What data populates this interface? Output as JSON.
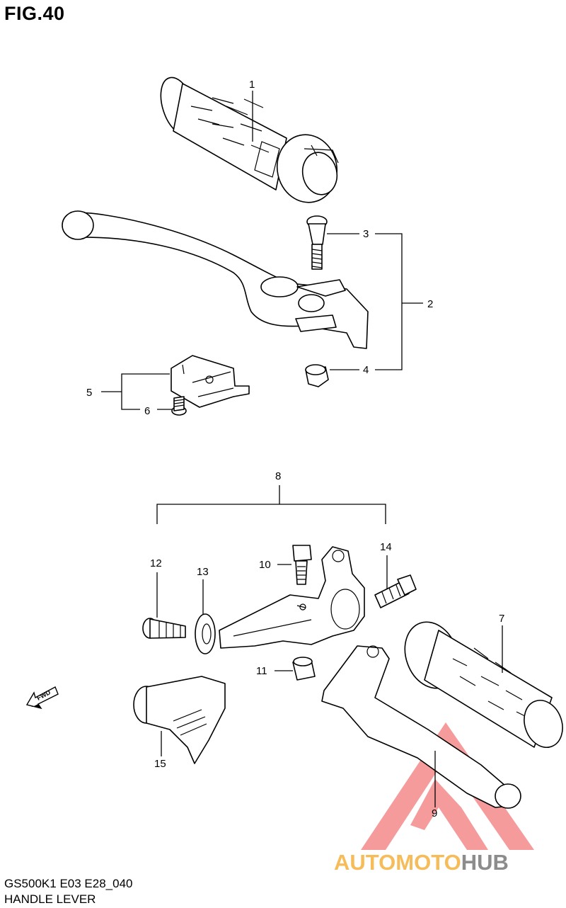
{
  "figure": {
    "title": "FIG.40"
  },
  "footer": {
    "model_code": "GS500K1 E03 E28_040",
    "section_name": "HANDLE LEVER"
  },
  "callouts": [
    "1",
    "2",
    "3",
    "4",
    "5",
    "6",
    "7",
    "8",
    "9",
    "10",
    "11",
    "12",
    "13",
    "14",
    "15"
  ],
  "fwd_label": "FWD",
  "watermark": {
    "text_prefix": "AUTOMOTO",
    "text_suffix": "HUB",
    "color_prefix": "#f5a623",
    "color_suffix": "#666666",
    "logo_color": "#ef4b4b"
  }
}
